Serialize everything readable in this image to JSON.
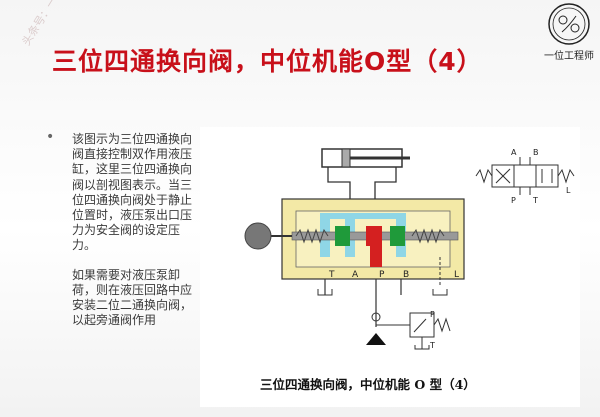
{
  "watermark": "头条号：一位工程师",
  "logo": {
    "text": "一位工程师"
  },
  "title": "三位四通换向阀，中位机能O型（4）",
  "body": {
    "bullet": "•",
    "paragraph1": "该图示为三位四通换向阀直接控制双作用液压缸，这里三位四通换向阀以剖视图表示。当三位四通换向阀处于静止位置时，液压泵出口压力为安全阀的设定压力。",
    "paragraph2": "如果需要对液压泵卸荷，则在液压回路中应安装二位二通换向阀，以起旁通阀作用"
  },
  "figure": {
    "caption": "三位四通换向阀，中位机能 O 型（4）",
    "ports": {
      "t1": "T",
      "a": "A",
      "p": "P",
      "b": "B",
      "l": "L"
    },
    "symbol_labels": {
      "a": "A",
      "b": "B",
      "p": "P",
      "t": "T",
      "l": "L"
    },
    "relief_labels": {
      "p": "P",
      "t": "T"
    },
    "colors": {
      "body": "#f3e9a6",
      "channel": "#8fd6e6",
      "spool_green": "#1f9a3a",
      "spool_red": "#d42020",
      "line": "#333333"
    }
  }
}
